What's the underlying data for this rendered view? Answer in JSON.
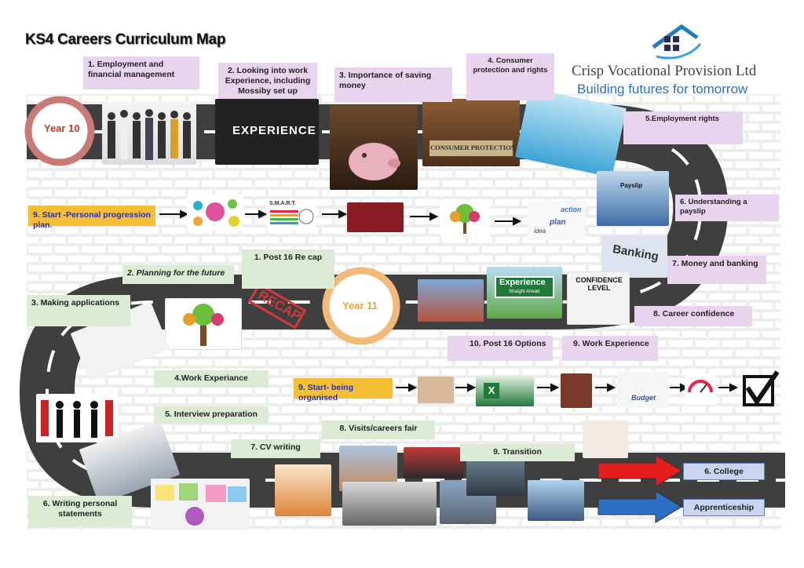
{
  "title": "KS4 Careers Curriculum Map",
  "brand": {
    "name": "Crisp Vocational Provision Ltd",
    "tagline": "Building futures for tomorrow"
  },
  "year10": {
    "label": "Year 10",
    "topics": [
      "1. Employment and financial management",
      "2. Looking into work Experience, including Mossiby set up",
      "3. Importance of saving money",
      "4. Consumer protection and rights",
      "5.Employment rights",
      "6. Understanding a payslip",
      "7. Money and banking",
      "8. Career confidence",
      "9. Work Experience",
      "10. Post 16 Options"
    ],
    "start": "9. Start -Personal progression plan."
  },
  "year11": {
    "label": "Year 11",
    "topics": [
      "1. Post 16 Re cap",
      "2. Planning for the future",
      "3. Making applications",
      "4.Work Experiance",
      "5. Interview preparation",
      "6. Writing personal statements",
      "7. CV writing",
      "8. Visits/careers fair",
      "9. Transition"
    ],
    "start": "9. Start- being organised"
  },
  "destinations": [
    "6. College",
    "Apprenticeship"
  ],
  "images": {
    "experience": "EXPERIENCE",
    "consumer": "CONSUMER PROTECTION",
    "banking": "Banking",
    "exp_sign_1": "Experience",
    "exp_sign_2": "Straight Ahead",
    "confidence": "CONFIDENCE LEVEL",
    "recap": "RECAP",
    "smart": "S.M.A.R.T.",
    "action": "action",
    "plan": "plan",
    "idea": "idea",
    "budget": "Budget",
    "payslip": "Payslip"
  },
  "colors": {
    "road": "#3f3f3f",
    "arrow_red": "#e41e1e",
    "arrow_blue": "#2a6fc4",
    "year10_ring": "#c97a77",
    "year11_ring": "#f3b978"
  }
}
